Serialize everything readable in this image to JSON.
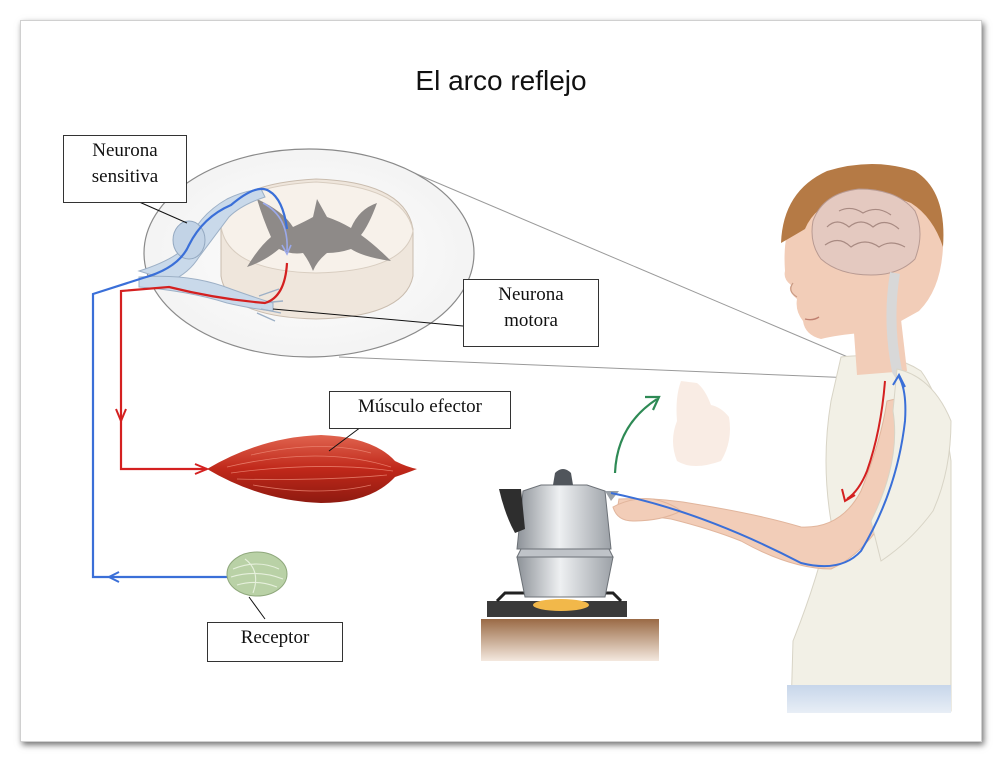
{
  "title": "El arco reflejo",
  "labels": {
    "sensory_line1": "Neurona",
    "sensory_line2": "sensitiva",
    "motor_line1": "Neurona",
    "motor_line2": "motora",
    "effector": "Músculo efector",
    "receptor": "Receptor"
  },
  "colors": {
    "sensory_path": "#3a6fd8",
    "motor_path": "#d42020",
    "reaction_arrow": "#2e8a55",
    "muscle": "#c8301f",
    "receptor": "#b9d1a6",
    "grey_matter": "#8e8a88",
    "skin": "#f2cdb8",
    "shirt": "#f2f0e6"
  }
}
